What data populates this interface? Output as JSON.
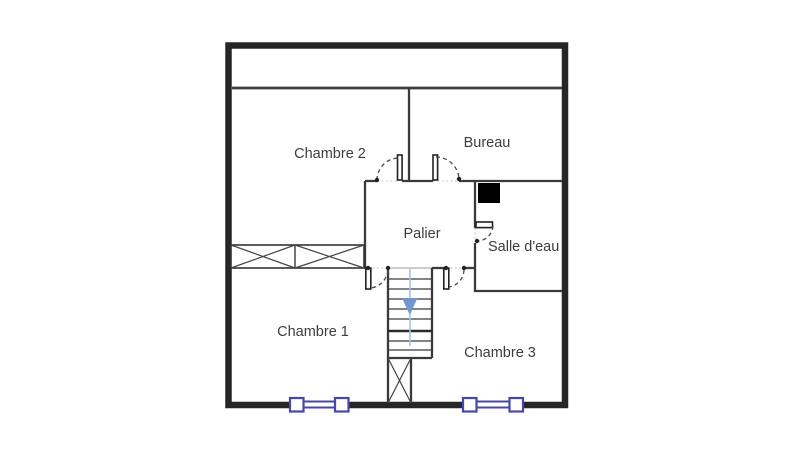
{
  "plan": {
    "rooms": [
      {
        "name": "chambre-2",
        "label": "Chambre 2"
      },
      {
        "name": "bureau",
        "label": "Bureau"
      },
      {
        "name": "palier",
        "label": "Palier"
      },
      {
        "name": "salle-deau",
        "label": "Salle d'eau"
      },
      {
        "name": "chambre-1",
        "label": "Chambre 1"
      },
      {
        "name": "chambre-3",
        "label": "Chambre 3"
      }
    ],
    "features": {
      "stairs": {
        "direction": "down",
        "arrow_color": "#7396cc",
        "guide_color": "#a9c2e2"
      },
      "windows": {
        "count": 2,
        "frame_color": "#4747aa"
      },
      "chimney_color": "#000000",
      "wall_color": "#262626",
      "label_color": "#3d3d3d"
    }
  }
}
